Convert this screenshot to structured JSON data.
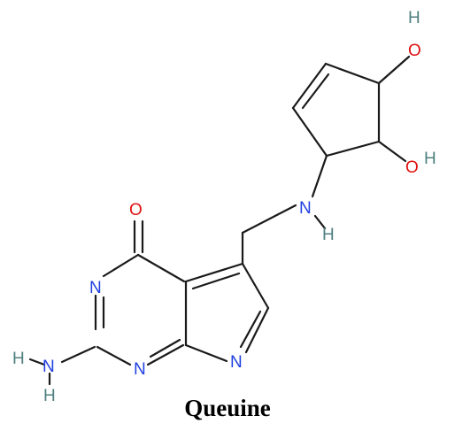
{
  "title": "Queuine",
  "colors": {
    "bond": "#1a1a1a",
    "nitrogen": "#2040e0",
    "oxygen": "#e01010",
    "hydrogen": "#4f7f7f"
  },
  "atoms": {
    "o_carbonyl": "O",
    "n_ring_3": "N",
    "n_ring_1": "N",
    "n_pyrrole": "N",
    "n_amine": "N",
    "h_amine": "H",
    "n_amino": "N",
    "h_amino_1": "H",
    "h_amino_2": "H",
    "o_hydroxyl_1": "O",
    "h_hydroxyl_1": "H",
    "o_hydroxyl_2": "O",
    "h_hydroxyl_2": "H"
  }
}
